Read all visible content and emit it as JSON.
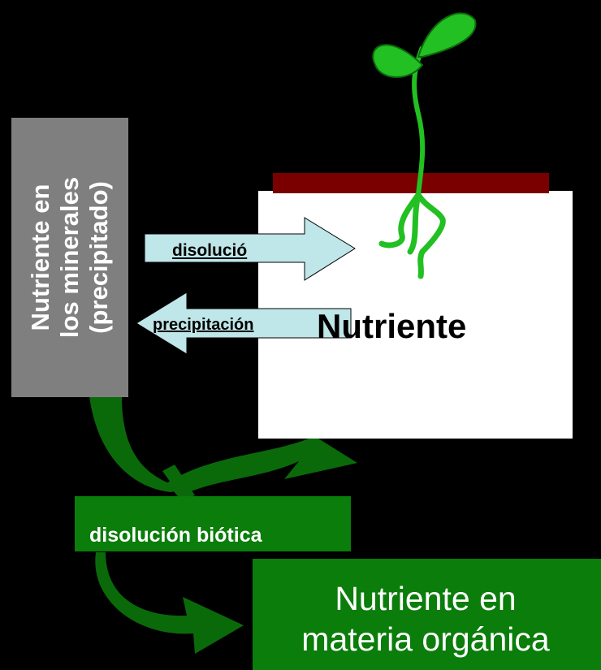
{
  "diagram": {
    "mineral_label_line1": "Nutriente en",
    "mineral_label_line2": "los minerales",
    "mineral_label_line3": "(precipitado)",
    "solution_label": "Nutriente",
    "dissolution_label": "disolució",
    "precipitation_label": "precipitación",
    "biotic_label": "disolución biótica",
    "organic_label_line1": "Nutriente en",
    "organic_label_line2": "materia orgánica"
  },
  "colors": {
    "background": "#000000",
    "mineral_box": "#7f7f7f",
    "arrow_fill": "#bfe6e8",
    "soil_bar": "#7a0000",
    "plant_green": "#22c022",
    "cycle_green": "#0a7d0a",
    "solution_box": "#ffffff"
  }
}
